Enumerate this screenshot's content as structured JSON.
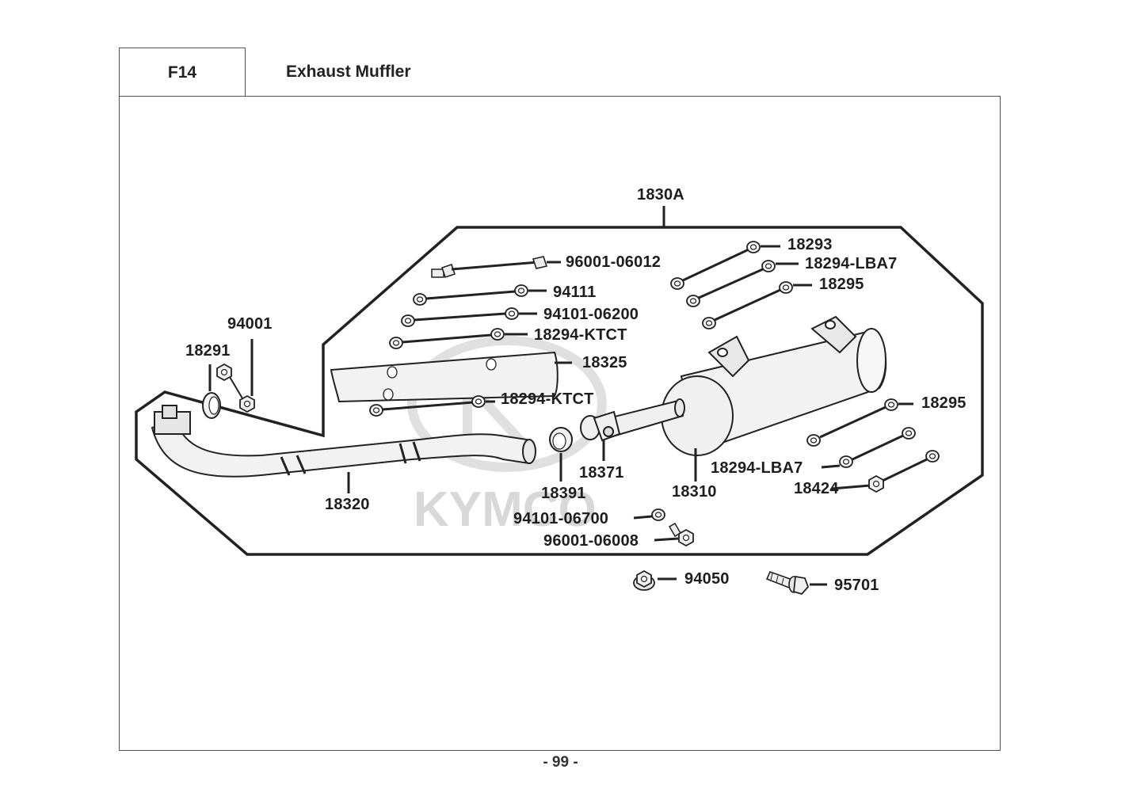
{
  "header": {
    "code": "F14",
    "title": "Exhaust Muffler"
  },
  "watermark": "KYMCO",
  "parts": {
    "p1830A": "1830A",
    "p18293": "18293",
    "p96001_06012": "96001-06012",
    "p18294_LBA7_top": "18294-LBA7",
    "p18295_top": "18295",
    "p94111": "94111",
    "p94101_06200": "94101-06200",
    "p94001": "94001",
    "p18294_KTCT_top": "18294-KTCT",
    "p18291": "18291",
    "p18325": "18325",
    "p18294_KTCT_mid": "18294-KTCT",
    "p18295_right": "18295",
    "p18371": "18371",
    "p18294_LBA7_low": "18294-LBA7",
    "p18391": "18391",
    "p18310": "18310",
    "p18424": "18424",
    "p18320": "18320",
    "p94101_06700": "94101-06700",
    "p96001_06008": "96001-06008",
    "p94050": "94050",
    "p95701": "95701"
  },
  "footer": {
    "page": "- 99 -"
  },
  "colors": {
    "line": "#222222",
    "part_fill": "#efefef",
    "watermark": "#c8c8c8"
  }
}
